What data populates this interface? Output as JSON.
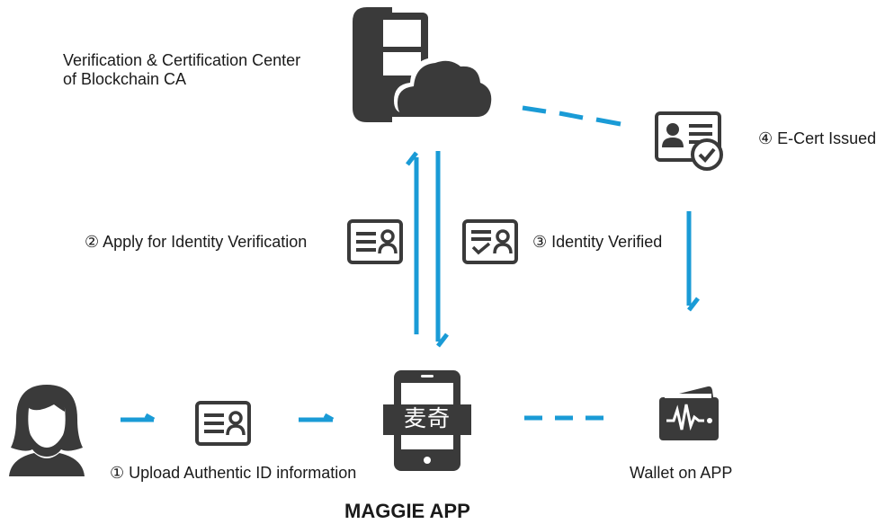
{
  "labels": {
    "center_line1": "Verification & Certification Center",
    "center_line2": "of Blockchain CA",
    "step4": "④ E-Cert Issued",
    "step2": "② Apply for Identity Verification",
    "step3": "③ Identity Verified",
    "step1": "① Upload Authentic ID information",
    "wallet": "Wallet on APP",
    "app_title": "MAGGIE APP",
    "phone_text": "麦奇"
  },
  "colors": {
    "icon": "#3a3a3a",
    "arrow": "#1a9bd6",
    "text": "#1a1a1a"
  },
  "icons": [
    "server-cloud-icon",
    "ecert-icon",
    "id-card-icon",
    "verified-card-icon",
    "user-avatar-icon",
    "smartphone-icon",
    "wallet-icon"
  ]
}
